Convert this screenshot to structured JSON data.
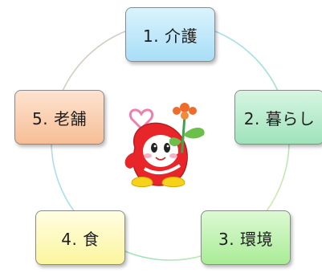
{
  "diagram": {
    "nodes": [
      {
        "label": "1. 介護",
        "color": "#a8def7"
      },
      {
        "label": "2. 暮らし",
        "color": "#9fe3bb"
      },
      {
        "label": "3. 環境",
        "color": "#a9ec96"
      },
      {
        "label": "4. 食",
        "color": "#fbf59e"
      },
      {
        "label": "5. 老舗",
        "color": "#f7be96"
      }
    ],
    "center_icon": "mascot-with-flower-icon"
  }
}
